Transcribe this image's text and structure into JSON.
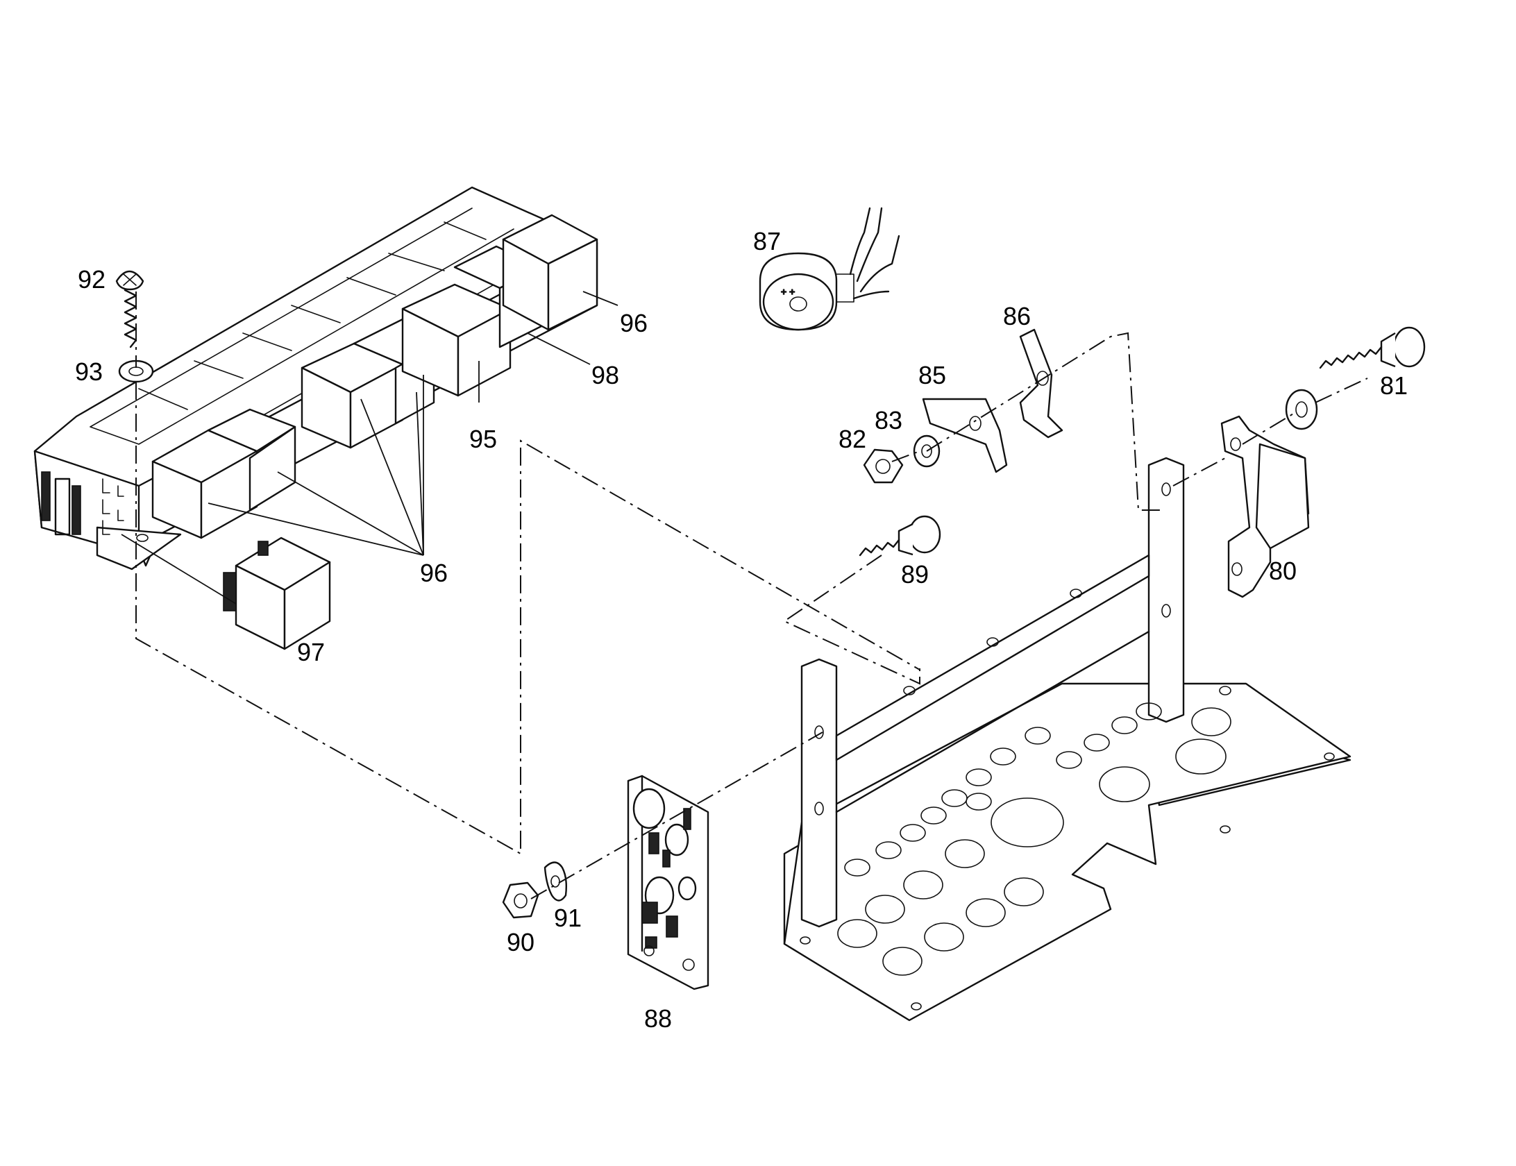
{
  "callouts": {
    "c80": "80",
    "c81": "81",
    "c82": "82",
    "c83": "83",
    "c85": "85",
    "c86": "86",
    "c87": "87",
    "c88": "88",
    "c89": "89",
    "c90": "90",
    "c91": "91",
    "c92": "92",
    "c93": "93",
    "c95": "95",
    "c96a": "96",
    "c96b": "96",
    "c97": "97",
    "c98": "98"
  },
  "colors": {
    "line": "#111111",
    "background": "#ffffff"
  }
}
